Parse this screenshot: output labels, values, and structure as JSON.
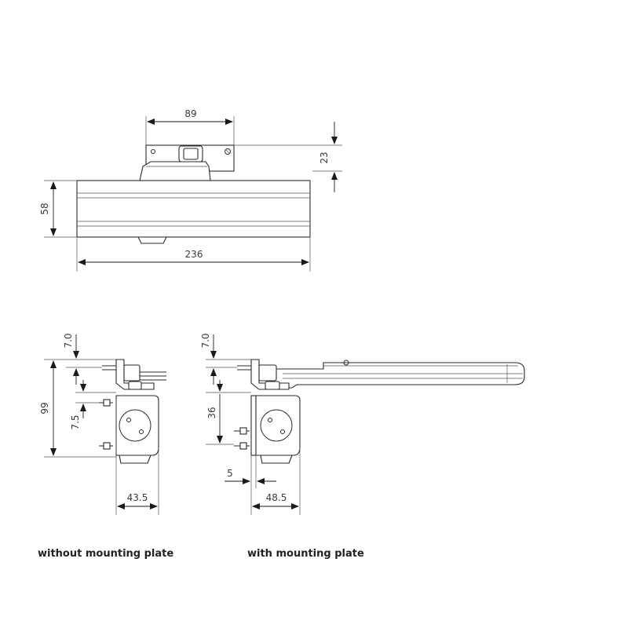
{
  "dimensions": {
    "top_arm_width": "89",
    "bracket_height": "23",
    "body_height": "58",
    "body_length": "236",
    "left_top_offset": "7.0",
    "left_total_height": "99",
    "left_small_offset": "7.5",
    "left_width": "43.5",
    "right_top_offset": "7.0",
    "right_height": "36",
    "right_plate_offset": "5",
    "right_width": "48.5"
  },
  "captions": {
    "without_plate": "without mounting plate",
    "with_plate": "with mounting plate"
  },
  "colors": {
    "line": "#2a2a2a",
    "text": "#3a3a3a",
    "caption": "#222222"
  }
}
